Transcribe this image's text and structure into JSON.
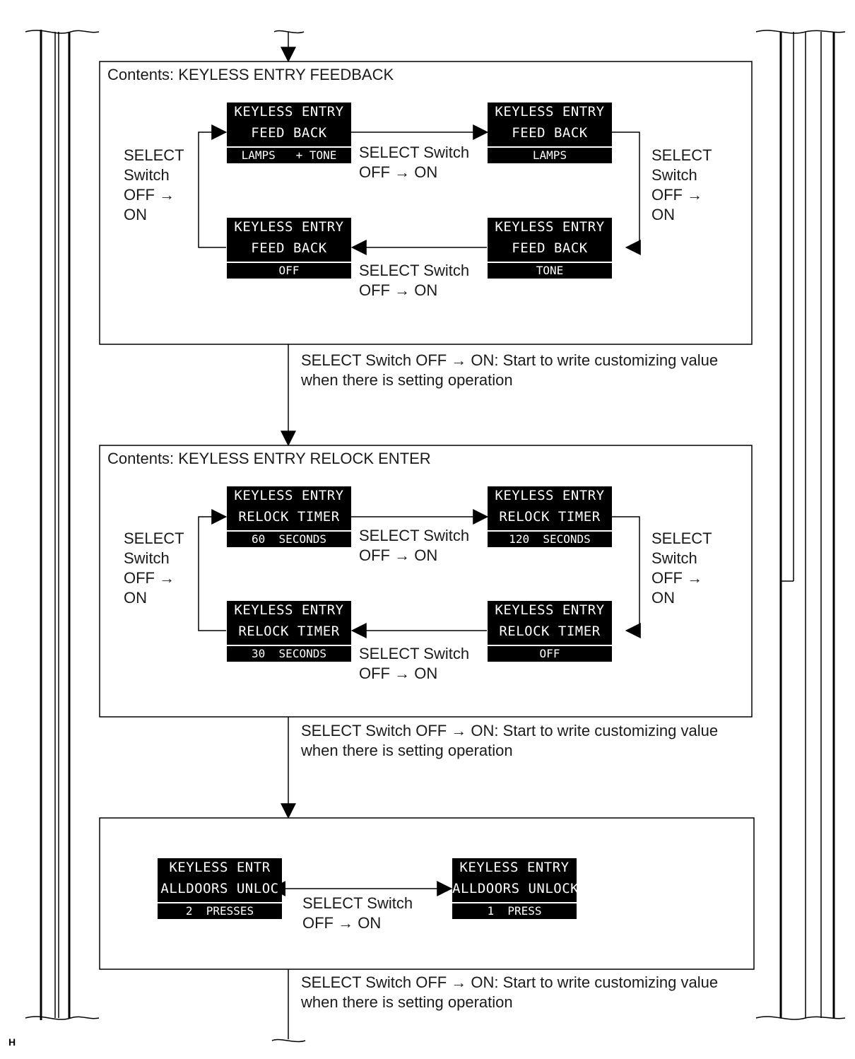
{
  "panel_titles": {
    "feedback": "Contents: KEYLESS ENTRY FEEDBACK",
    "relock": "Contents: KEYLESS ENTRY RELOCK ENTER"
  },
  "switch_labels": {
    "side_left": [
      "SELECT",
      "Switch",
      "OFF →",
      "ON"
    ],
    "side_right": [
      "SELECT",
      "Switch",
      "OFF →",
      "ON"
    ],
    "between": [
      "SELECT Switch",
      "OFF → ON"
    ]
  },
  "write_note": [
    "SELECT Switch OFF → ON: Start to write customizing value",
    "when there is setting operation"
  ],
  "displays": {
    "feedback": [
      {
        "line1": "KEYLESS ENTRY",
        "line2": "FEED  BACK",
        "line3": "LAMPS   + TONE"
      },
      {
        "line1": "KEYLESS ENTRY",
        "line2": "FEED  BACK",
        "line3": "LAMPS"
      },
      {
        "line1": "KEYLESS ENTRY",
        "line2": "FEED  BACK",
        "line3": "OFF"
      },
      {
        "line1": "KEYLESS ENTRY",
        "line2": "FEED  BACK",
        "line3": "TONE"
      }
    ],
    "relock": [
      {
        "line1": "KEYLESS ENTRY",
        "line2": "RELOCK TIMER",
        "line3": "60  SECONDS"
      },
      {
        "line1": "KEYLESS ENTRY",
        "line2": "RELOCK TIMER",
        "line3": "120  SECONDS"
      },
      {
        "line1": "KEYLESS ENTRY",
        "line2": "RELOCK TIMER",
        "line3": "30  SECONDS"
      },
      {
        "line1": "KEYLESS ENTRY",
        "line2": "RELOCK TIMER",
        "line3": "OFF"
      }
    ],
    "unlock": [
      {
        "line1": "KEYLESS ENTR",
        "line2": "ALLDOORS UNLOC",
        "line3": "2  PRESSES"
      },
      {
        "line1": "KEYLESS ENTRY",
        "line2": "ALLDOORS UNLOCK",
        "line3": "1  PRESS"
      }
    ]
  },
  "figure_mark": "H"
}
